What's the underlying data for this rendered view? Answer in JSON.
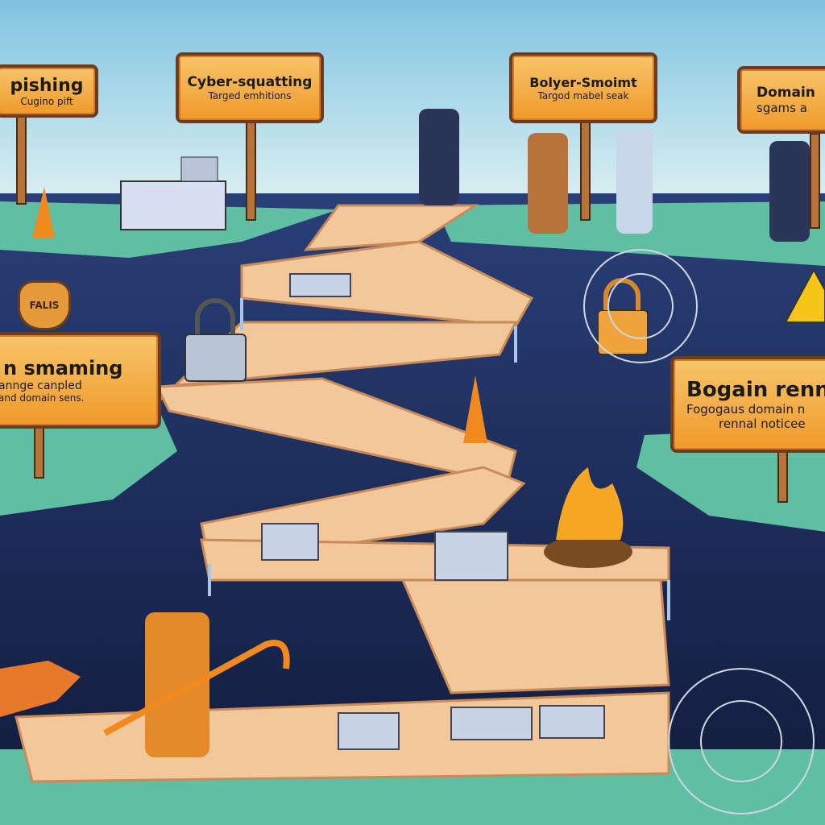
{
  "signs": [
    {
      "title": "pishing",
      "lines": [
        "Cugino pift"
      ]
    },
    {
      "title": "Cyber-squatting",
      "lines": [
        "Targed emhitions"
      ]
    },
    {
      "title": "Bolyer-Smoimt",
      "lines": [
        "Targod mabel seak"
      ]
    },
    {
      "title": "Domain",
      "lines": [
        "sgams a"
      ]
    },
    {
      "title": "n smaming",
      "lines": [
        "annge canpled",
        "and domain sens."
      ]
    },
    {
      "title": "Bogain renn",
      "lines": [
        "Fogogaus domain n",
        "rennal noticee"
      ]
    }
  ],
  "badge": "FALIS",
  "colors": {
    "sky": "#9fd6ea",
    "grass": "#5fbfa2",
    "chasm": "#1f2f5e",
    "path": "#f2c79a",
    "sign": "#f0a33a"
  }
}
